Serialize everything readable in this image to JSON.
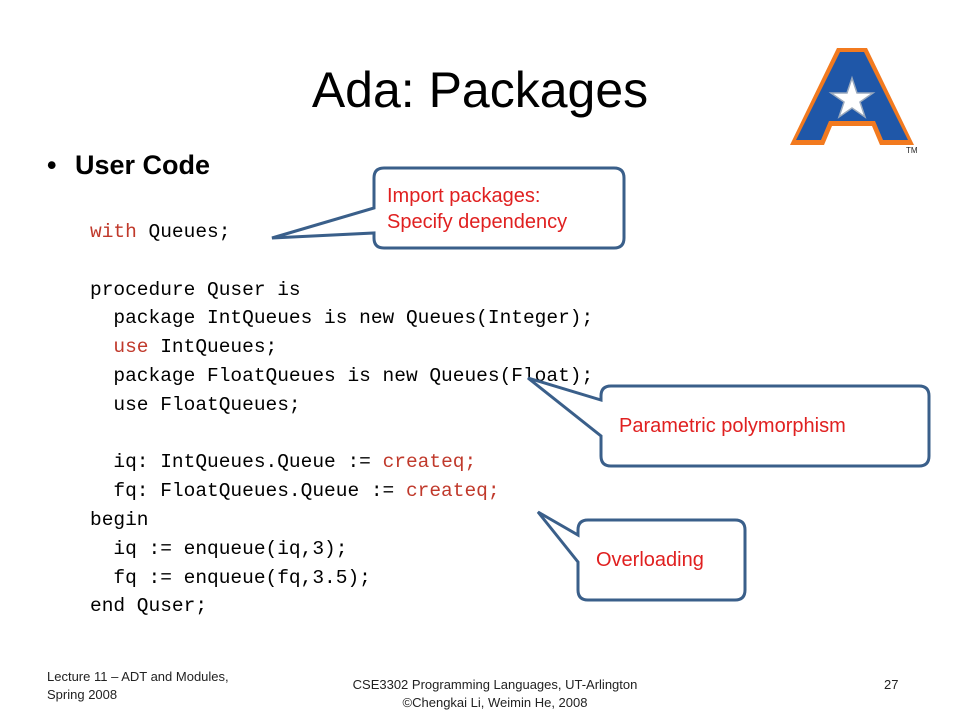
{
  "slide": {
    "title": "Ada: Packages",
    "bullet": "User Code",
    "bullet_symbol": "•"
  },
  "code_lines": [
    {
      "parts": [
        {
          "text": "with",
          "kw": true
        },
        {
          "text": " Queues;",
          "kw": false
        }
      ]
    },
    {
      "parts": [
        {
          "text": "",
          "kw": false
        }
      ]
    },
    {
      "parts": [
        {
          "text": "procedure Quser is",
          "kw": false
        }
      ]
    },
    {
      "parts": [
        {
          "text": "  package IntQueues is new Queues(Integer);",
          "kw": false
        }
      ]
    },
    {
      "parts": [
        {
          "text": "  ",
          "kw": false
        },
        {
          "text": "use",
          "kw": true
        },
        {
          "text": " IntQueues;",
          "kw": false
        }
      ]
    },
    {
      "parts": [
        {
          "text": "  package FloatQueues is new Queues(Float);",
          "kw": false
        }
      ]
    },
    {
      "parts": [
        {
          "text": "  use FloatQueues;",
          "kw": false
        }
      ]
    },
    {
      "parts": [
        {
          "text": "",
          "kw": false
        }
      ]
    },
    {
      "parts": [
        {
          "text": "  iq: IntQueues.Queue := ",
          "kw": false
        },
        {
          "text": "createq;",
          "kw": true
        }
      ]
    },
    {
      "parts": [
        {
          "text": "  fq: FloatQueues.Queue := ",
          "kw": false
        },
        {
          "text": "createq;",
          "kw": true
        }
      ]
    },
    {
      "parts": [
        {
          "text": "begin",
          "kw": false
        }
      ]
    },
    {
      "parts": [
        {
          "text": "  iq := enqueue(iq,3);",
          "kw": false
        }
      ]
    },
    {
      "parts": [
        {
          "text": "  fq := enqueue(fq,3.5);",
          "kw": false
        }
      ]
    },
    {
      "parts": [
        {
          "text": "end Quser;",
          "kw": false
        }
      ]
    }
  ],
  "callouts": {
    "import_line1": "Import packages:",
    "import_line2": "Specify dependency",
    "parametric": "Parametric polymorphism",
    "overloading": "Overloading"
  },
  "footer": {
    "left_line1": "Lecture 11 – ADT and Modules,",
    "left_line2": "Spring 2008",
    "center_line1": "CSE3302 Programming Languages, UT-Arlington",
    "center_line2": "©Chengkai Li, Weimin He, 2008",
    "page_number": "27"
  },
  "logo": {
    "icon": "ut-arlington-a-star-logo",
    "text": "TM"
  },
  "colors": {
    "callout_border": "#3a5f8a",
    "callout_text": "#e02020",
    "keyword": "#c0392b",
    "logo_blue": "#1f57a8",
    "logo_orange": "#f27a1f"
  }
}
